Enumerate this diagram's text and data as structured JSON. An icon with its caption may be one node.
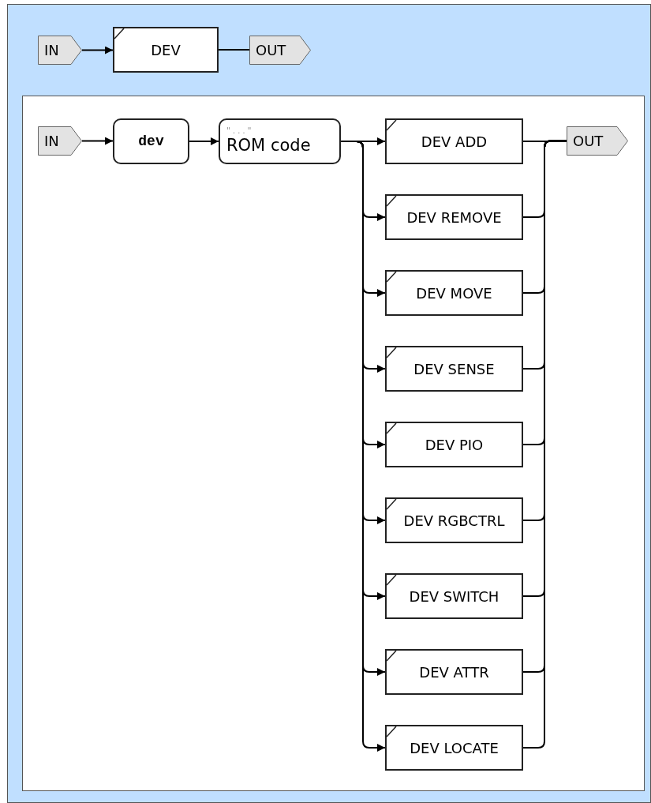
{
  "diagram": {
    "nodes": [
      {
        "text": [
          "IN"
        ]
      },
      {
        "text": [
          "DEV"
        ]
      },
      {
        "text": [
          "OUT"
        ]
      },
      {
        "text": [
          "IN"
        ]
      },
      {
        "text": [
          "dev"
        ]
      },
      {
        "text": [
          "\"...\"",
          "ROM code"
        ]
      },
      {
        "text": [
          "DEV ADD"
        ]
      },
      {
        "text": [
          "DEV REMOVE"
        ]
      },
      {
        "text": [
          "DEV MOVE"
        ]
      },
      {
        "text": [
          "DEV SENSE"
        ]
      },
      {
        "text": [
          "DEV PIO"
        ]
      },
      {
        "text": [
          "DEV RGBCTRL"
        ]
      },
      {
        "text": [
          "DEV SWITCH"
        ]
      },
      {
        "text": [
          "DEV ATTR"
        ]
      },
      {
        "text": [
          "DEV LOCATE"
        ]
      },
      {
        "text": [
          "OUT"
        ]
      }
    ],
    "edges": [
      {
        "from": 0,
        "to": 1,
        "arrow": "to"
      },
      {
        "from": 1,
        "to": 2,
        "arrow": "none"
      },
      {
        "from": 3,
        "to": 4,
        "arrow": "to"
      },
      {
        "from": 4,
        "to": 5,
        "arrow": "to"
      },
      {
        "from": 5,
        "to": 6,
        "arrow": "to"
      },
      {
        "from": 5,
        "to": 7,
        "arrow": "to"
      },
      {
        "from": 5,
        "to": 8,
        "arrow": "to"
      },
      {
        "from": 5,
        "to": 9,
        "arrow": "to"
      },
      {
        "from": 5,
        "to": 10,
        "arrow": "to"
      },
      {
        "from": 5,
        "to": 11,
        "arrow": "to"
      },
      {
        "from": 5,
        "to": 12,
        "arrow": "to"
      },
      {
        "from": 5,
        "to": 13,
        "arrow": "to"
      },
      {
        "from": 5,
        "to": 14,
        "arrow": "to"
      },
      {
        "from": 6,
        "to": 15,
        "arrow": "none"
      },
      {
        "from": 7,
        "to": 15,
        "arrow": "none"
      },
      {
        "from": 8,
        "to": 15,
        "arrow": "none"
      },
      {
        "from": 9,
        "to": 15,
        "arrow": "none"
      },
      {
        "from": 10,
        "to": 15,
        "arrow": "none"
      },
      {
        "from": 11,
        "to": 15,
        "arrow": "none"
      },
      {
        "from": 12,
        "to": 15,
        "arrow": "none"
      },
      {
        "from": 13,
        "to": 15,
        "arrow": "none"
      },
      {
        "from": 14,
        "to": 15,
        "arrow": "none"
      }
    ]
  }
}
